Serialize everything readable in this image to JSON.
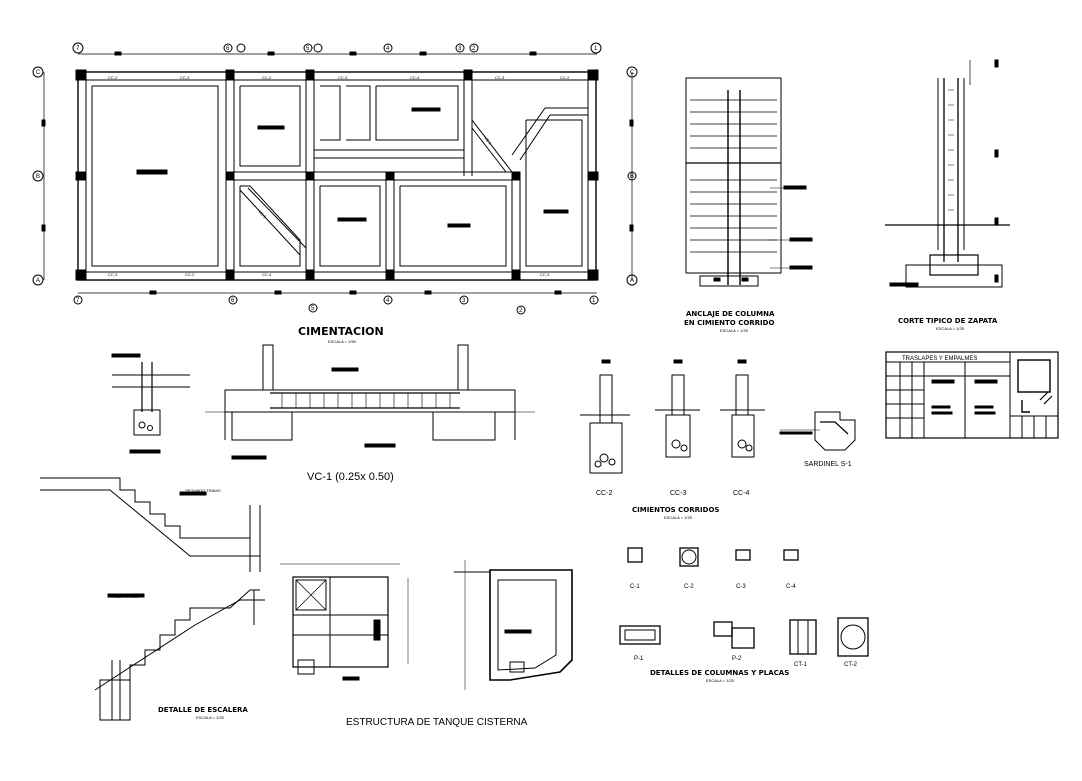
{
  "plan": {
    "title": "CIMENTACION",
    "scale": "ESCALA = 1/50",
    "col_marks_top": [
      "7",
      "6",
      "5",
      "4",
      "3",
      "2",
      "1"
    ],
    "col_marks_bottom": [
      "7",
      "6",
      "5",
      "4",
      "3",
      "2",
      "1"
    ],
    "row_marks": [
      "C",
      "B",
      "A"
    ],
    "beam_tags": [
      "CC-2",
      "CC-3",
      "CC-2",
      "CC-3",
      "CC-4",
      "CC-3",
      "CC-2",
      "CC-3",
      "CC-2",
      "CC-4",
      "CC-3",
      "VC-1",
      "VC-1"
    ]
  },
  "anclaje": {
    "title": "ANCLAJE DE COLUMNA",
    "subtitle": "EN CIMIENTO CORRIDO",
    "scale": "ESCALA = 1/25"
  },
  "corte": {
    "title": "CORTE TIPICO DE ZAPATA",
    "scale": "ESCALA = 1/25"
  },
  "traslapes": {
    "title": "TRASLAPES  Y  EMPALMES"
  },
  "viga": {
    "title": "VC-1 (0.25x 0.50)"
  },
  "cimientos": {
    "title": "CIMIENTOS CORRIDOS",
    "scale": "ESCALA = 1/25",
    "labels": [
      "CC-2",
      "CC-3",
      "CC-4"
    ]
  },
  "sardinel": {
    "title": "SARDINEL S-1"
  },
  "escalera": {
    "title": "DETALLE DE ESCALERA",
    "scale": "ESCALA = 1/25",
    "tramo1": "PRIMER TRAMO",
    "tramo2": "SEGUNDO TRAMO"
  },
  "tanque": {
    "title": "ESTRUCTURA DE TANQUE CISTERNA"
  },
  "columnas": {
    "title": "DETALLES DE COLUMNAS Y PLACAS",
    "scale": "ESCALA = 1/25",
    "row1": [
      "C-1",
      "C-2",
      "C-3",
      "C-4"
    ],
    "row2": [
      "P-1",
      "P-2",
      "CT-1",
      "CT-2"
    ]
  }
}
